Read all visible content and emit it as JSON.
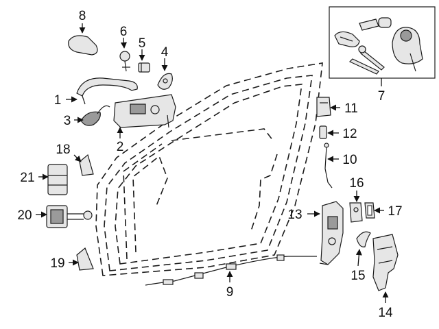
{
  "callouts": {
    "c1": "1",
    "c2": "2",
    "c3": "3",
    "c4": "4",
    "c5": "5",
    "c6": "6",
    "c7": "7",
    "c8": "8",
    "c9": "9",
    "c10": "10",
    "c11": "11",
    "c12": "12",
    "c13": "13",
    "c14": "14",
    "c15": "15",
    "c16": "16",
    "c17": "17",
    "c18": "18",
    "c19": "19",
    "c20": "20",
    "c21": "21"
  },
  "colors": {
    "line": "#1a1a1a",
    "fill": "#e6e6e6",
    "background": "#ffffff"
  }
}
